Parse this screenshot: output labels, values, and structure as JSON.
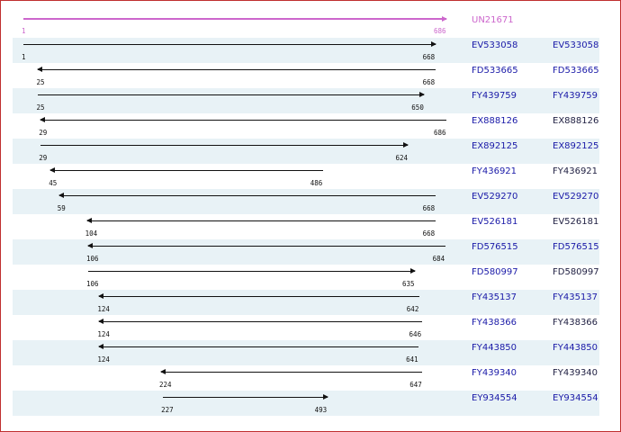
{
  "query": {
    "id": "UN21671",
    "start": 1,
    "end": 686,
    "direction": "right",
    "color": "#cc66cc"
  },
  "scale": {
    "min": 1,
    "max": 686
  },
  "hits": [
    {
      "id": "EV533058",
      "start": 1,
      "end": 668,
      "direction": "right",
      "id_color": "blue"
    },
    {
      "id": "FD533665",
      "start": 25,
      "end": 668,
      "direction": "left",
      "id_color": "blue"
    },
    {
      "id": "FY439759",
      "start": 25,
      "end": 650,
      "direction": "right",
      "id_color": "blue"
    },
    {
      "id": "EX888126",
      "start": 29,
      "end": 686,
      "direction": "left",
      "id_color": "dark"
    },
    {
      "id": "EX892125",
      "start": 29,
      "end": 624,
      "direction": "right",
      "id_color": "blue"
    },
    {
      "id": "FY436921",
      "start": 45,
      "end": 486,
      "direction": "left",
      "id_color": "dark"
    },
    {
      "id": "EV529270",
      "start": 59,
      "end": 668,
      "direction": "left",
      "id_color": "blue"
    },
    {
      "id": "EV526181",
      "start": 104,
      "end": 668,
      "direction": "left",
      "id_color": "dark"
    },
    {
      "id": "FD576515",
      "start": 106,
      "end": 684,
      "direction": "left",
      "id_color": "blue"
    },
    {
      "id": "FD580997",
      "start": 106,
      "end": 635,
      "direction": "right",
      "id_color": "dark"
    },
    {
      "id": "FY435137",
      "start": 124,
      "end": 642,
      "direction": "left",
      "id_color": "blue"
    },
    {
      "id": "FY438366",
      "start": 124,
      "end": 646,
      "direction": "left",
      "id_color": "dark"
    },
    {
      "id": "FY443850",
      "start": 124,
      "end": 641,
      "direction": "left",
      "id_color": "blue"
    },
    {
      "id": "FY439340",
      "start": 224,
      "end": 647,
      "direction": "left",
      "id_color": "dark"
    },
    {
      "id": "EY934554",
      "start": 227,
      "end": 493,
      "direction": "right",
      "id_color": "blue"
    }
  ]
}
